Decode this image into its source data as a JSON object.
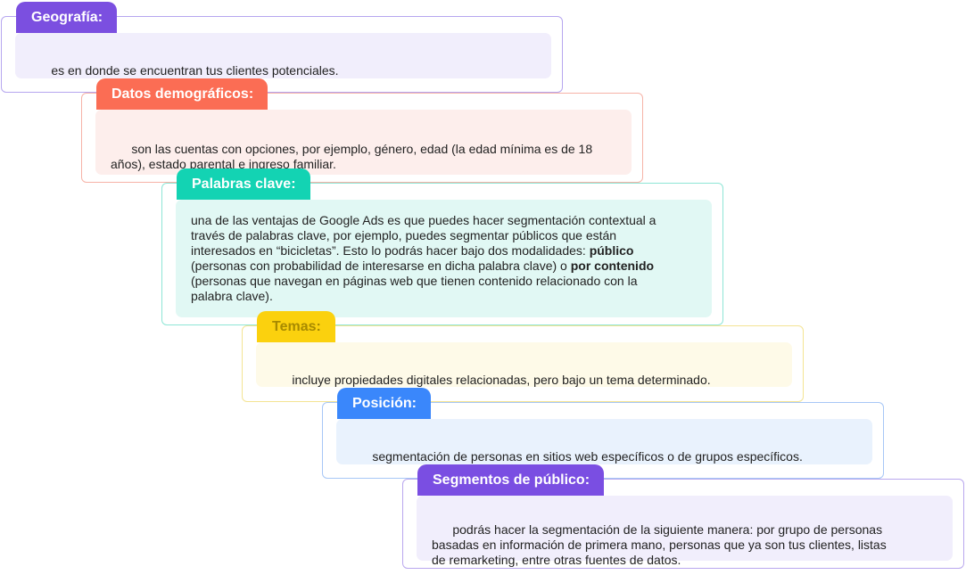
{
  "colors": {
    "purple": "#7b4fe0",
    "coral": "#fb6d54",
    "teal": "#13d3b3",
    "yellow": "#fbd10e",
    "blue": "#3a87fb",
    "violet": "#7a4ee2"
  },
  "items": [
    {
      "title": "Geografía:",
      "text_parts": [
        "es en donde se encuentran tus clientes potenciales."
      ]
    },
    {
      "title": "Datos demográficos:",
      "text_parts": [
        "son las cuentas con opciones, por ejemplo, género, edad (la edad mínima es de 18\naños), estado parental e ingreso familiar."
      ]
    },
    {
      "title": "Palabras clave:",
      "text_parts": [
        "una de las ventajas de Google Ads es que puedes hacer segmentación contextual a\ntravés de palabras clave, por ejemplo, puedes segmentar públicos que están\ninteresados en “bicicletas”. Esto lo podrás hacer bajo dos modalidades: ",
        "público",
        "\n(personas con probabilidad de interesarse en dicha palabra clave) o ",
        "por contenido",
        "\n(personas que navegan en páginas web que tienen contenido relacionado con la\npalabra clave)."
      ]
    },
    {
      "title": "Temas:",
      "text_parts": [
        "incluye propiedades digitales relacionadas, pero bajo un tema determinado."
      ]
    },
    {
      "title": "Posición:",
      "text_parts": [
        "segmentación de personas en sitios web específicos o de grupos específicos."
      ]
    },
    {
      "title": "Segmentos de público:",
      "text_parts": [
        "podrás hacer la segmentación de la siguiente manera: por grupo de personas\nbasadas en información de primera mano, personas que ya son tus clientes, listas\nde remarketing, entre otras fuentes de datos."
      ]
    }
  ]
}
